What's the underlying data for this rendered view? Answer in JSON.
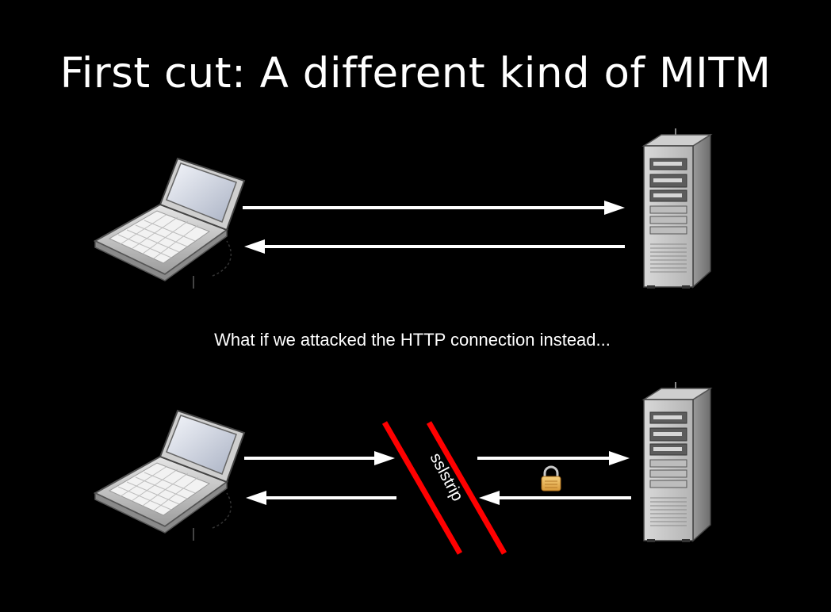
{
  "title": "First cut: A different kind of MITM",
  "caption": "What if we attacked the HTTP connection instead...",
  "mitm_label": "sslstrip",
  "icons": {
    "client": "laptop-icon",
    "server": "server-tower-icon",
    "encryption": "lock-icon"
  },
  "colors": {
    "background": "#000000",
    "text": "#ffffff",
    "arrow": "#ffffff",
    "strike": "#ff0000",
    "lock": "#e8b04a"
  }
}
